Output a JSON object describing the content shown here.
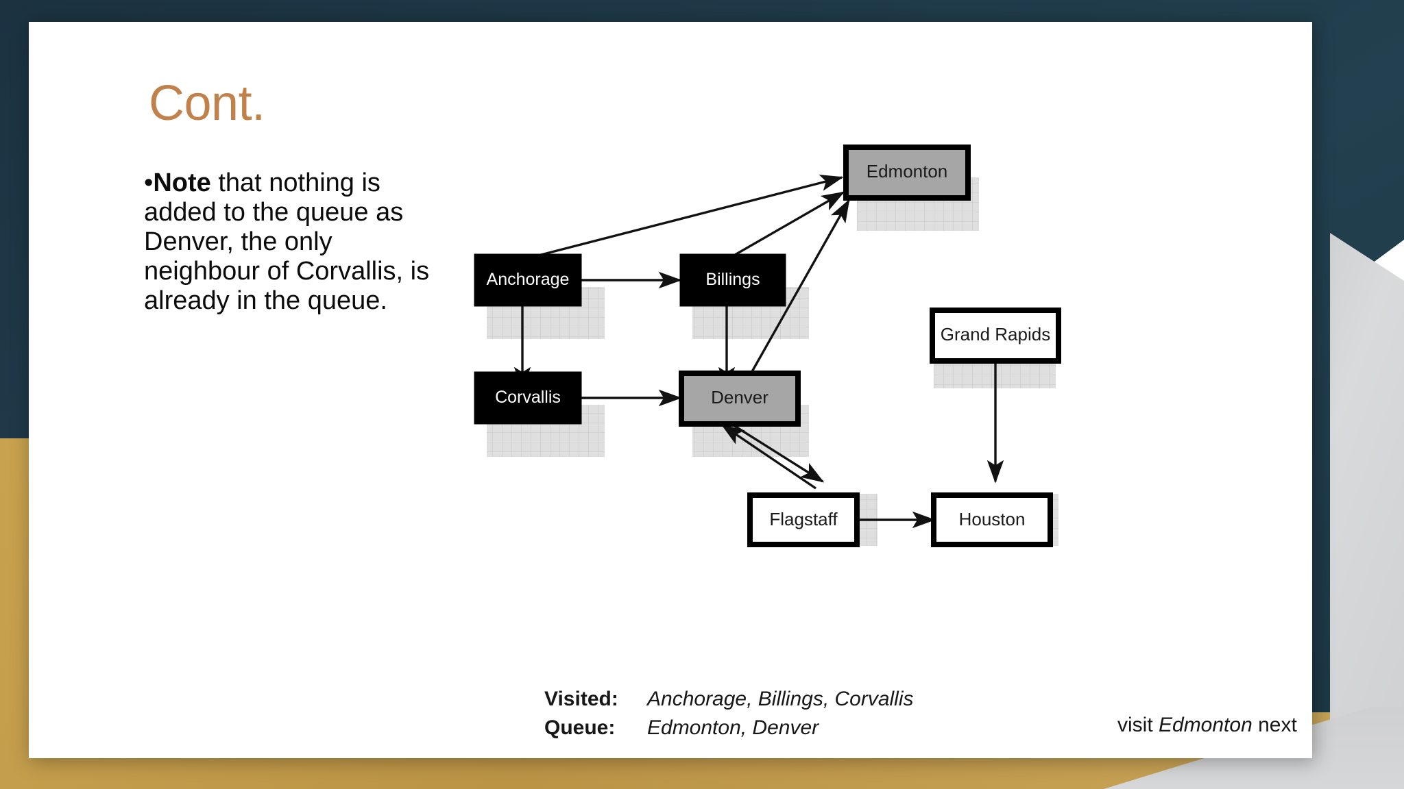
{
  "slide": {
    "title": "Cont.",
    "title_color": "#c0814b",
    "accent_navy": "#1d3644",
    "accent_gold": "#c8a24e"
  },
  "body": {
    "bullet_marker": "•",
    "lead_bold": "Note",
    "text": " that nothing is added to the queue as Denver, the only neighbour of Corvallis, is already in the queue."
  },
  "diagram": {
    "type": "directed-graph",
    "nodes": [
      {
        "id": "anchorage",
        "label": "Anchorage",
        "style": "visited",
        "fill": "#000000",
        "text": "#ffffff"
      },
      {
        "id": "billings",
        "label": "Billings",
        "style": "visited",
        "fill": "#000000",
        "text": "#ffffff"
      },
      {
        "id": "corvallis",
        "label": "Corvallis",
        "style": "visited",
        "fill": "#000000",
        "text": "#ffffff"
      },
      {
        "id": "edmonton",
        "label": "Edmonton",
        "style": "queued",
        "fill": "#a6a6a6",
        "text": "#1a1a1a"
      },
      {
        "id": "denver",
        "label": "Denver",
        "style": "queued",
        "fill": "#a6a6a6",
        "text": "#1a1a1a"
      },
      {
        "id": "grand_rapids",
        "label": "Grand Rapids",
        "style": "unvisited",
        "fill": "#ffffff",
        "text": "#1a1a1a"
      },
      {
        "id": "flagstaff",
        "label": "Flagstaff",
        "style": "unvisited",
        "fill": "#ffffff",
        "text": "#1a1a1a"
      },
      {
        "id": "houston",
        "label": "Houston",
        "style": "unvisited",
        "fill": "#ffffff",
        "text": "#1a1a1a"
      }
    ],
    "edges": [
      {
        "from": "anchorage",
        "to": "billings"
      },
      {
        "from": "anchorage",
        "to": "corvallis"
      },
      {
        "from": "anchorage",
        "to": "edmonton"
      },
      {
        "from": "billings",
        "to": "edmonton"
      },
      {
        "from": "billings",
        "to": "denver"
      },
      {
        "from": "corvallis",
        "to": "denver"
      },
      {
        "from": "denver",
        "to": "edmonton"
      },
      {
        "from": "denver",
        "to": "flagstaff"
      },
      {
        "from": "flagstaff",
        "to": "denver"
      },
      {
        "from": "flagstaff",
        "to": "houston"
      },
      {
        "from": "grand_rapids",
        "to": "houston"
      }
    ]
  },
  "caption": {
    "visited_label": "Visited:",
    "visited_value": "Anchorage, Billings, Corvallis",
    "queue_label": "Queue:",
    "queue_value": "Edmonton, Denver"
  },
  "next_hint": {
    "prefix": "visit ",
    "node": "Edmonton",
    "suffix": " next"
  }
}
